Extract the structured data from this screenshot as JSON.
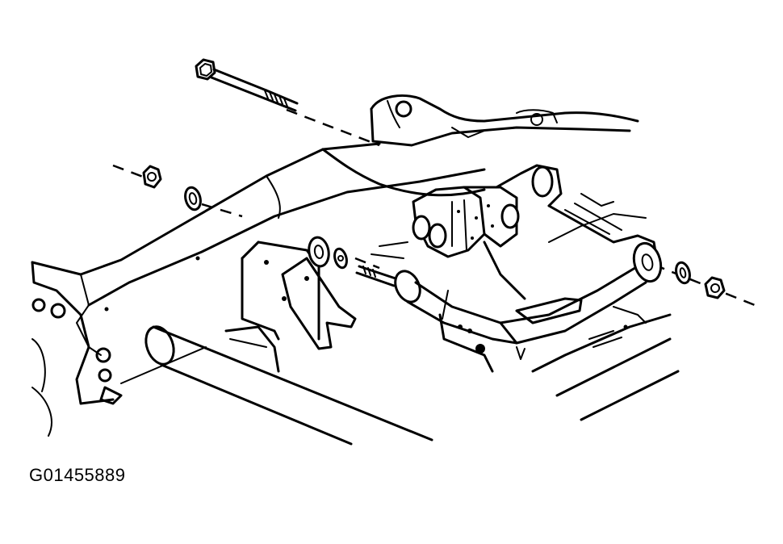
{
  "figure": {
    "id_label": "G01455889"
  },
  "parts": [
    {
      "name": "upper-control-arm"
    },
    {
      "name": "pivot-bolt"
    },
    {
      "name": "frame-bracket"
    },
    {
      "name": "nut"
    },
    {
      "name": "washer"
    },
    {
      "name": "frame-rail"
    },
    {
      "name": "crossmember-tube"
    },
    {
      "name": "shock-bracket"
    }
  ],
  "colors": {
    "ink": "#000000",
    "paper": "#ffffff"
  }
}
